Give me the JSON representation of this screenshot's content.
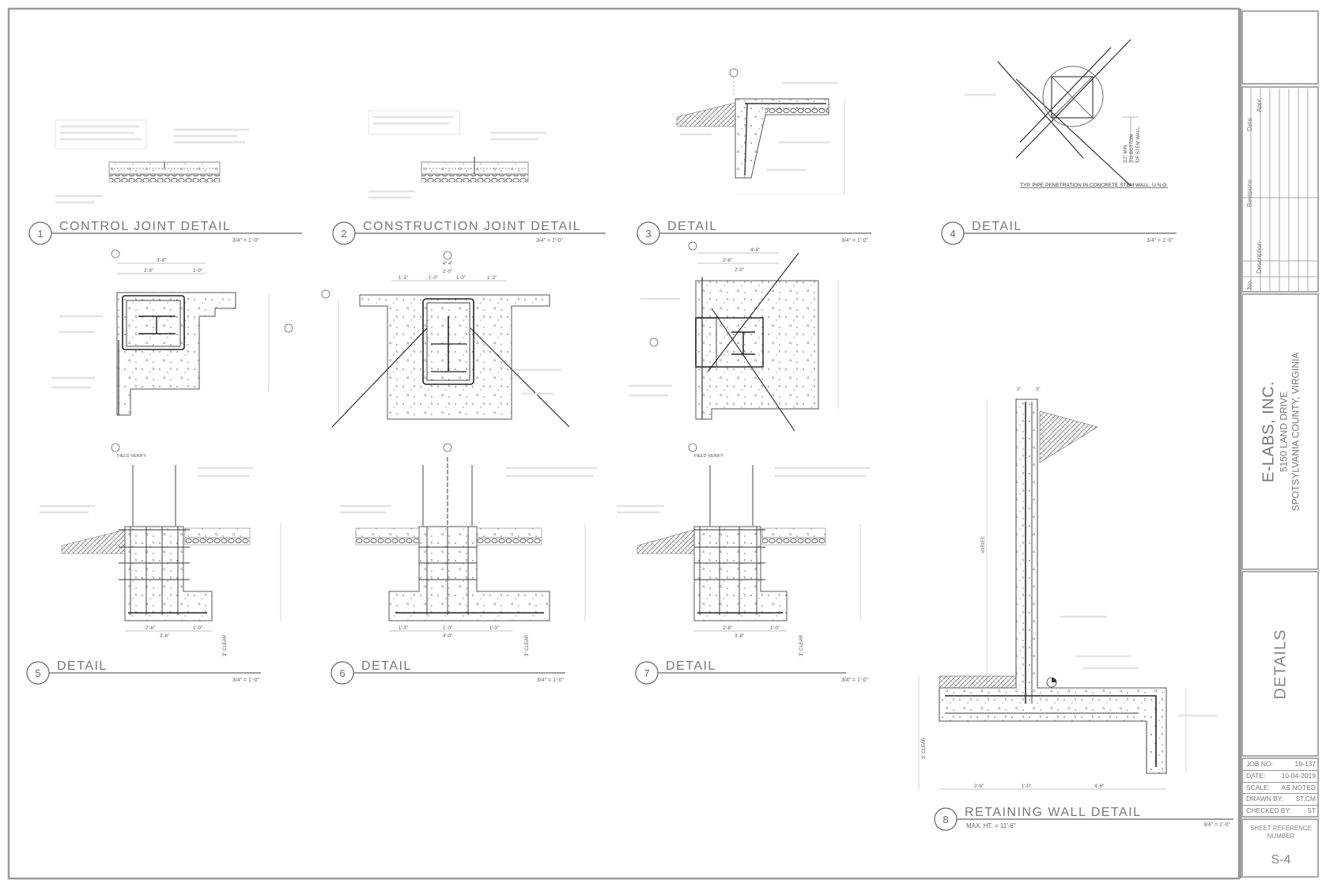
{
  "details": [
    {
      "num": "1",
      "title": "CONTROL JOINT DETAIL",
      "scale": "3/4\" = 1'-0\""
    },
    {
      "num": "2",
      "title": "CONSTRUCTION JOINT DETAIL",
      "scale": "3/4\" = 1'-0\""
    },
    {
      "num": "3",
      "title": "DETAIL",
      "scale": "3/4\" = 1'-0\""
    },
    {
      "num": "4",
      "title": "DETAIL",
      "scale": "3/4\" = 1'-0\""
    },
    {
      "num": "5",
      "title": "DETAIL",
      "scale": "3/4\" = 1'-0\""
    },
    {
      "num": "6",
      "title": "DETAIL",
      "scale": "3/4\" = 1'-0\""
    },
    {
      "num": "7",
      "title": "DETAIL",
      "scale": "3/4\" = 1'-0\""
    },
    {
      "num": "8",
      "title": "RETAINING WALL DETAIL",
      "scale": "3/4\" = 1'-0\"",
      "subtitle": "MAX. HT. = 11'-6\""
    }
  ],
  "pipe_note": "TYP. PIPE PENETRATION IN CONCRETE STEM WALL, U.N.O.",
  "pipe_dim": [
    "12\" MIN.",
    "TO BOTTOM",
    "OF STEM WALL"
  ],
  "dims": {
    "d1_top": "3'-8\"",
    "d1_a": "2'-8\"",
    "d1_b": "1'-0\"",
    "d2_a": "1'-3\"",
    "d2_b": "1'-0\"",
    "d2_c": "1'-0\"",
    "d2_d": "1'-3\"",
    "d2_top": "4\"  4\"",
    "d2_mid": "2'-0\"",
    "d3_top": "4'-8\"",
    "d3_a": "2'-8\"",
    "d3_b": "2'-0\"",
    "d5_a": "2'-8\"",
    "d5_b": "1'-0\"",
    "d5_c": "3'-8\"",
    "d5_clear": "3\" CLEAR",
    "d6_a": "1'-3\"",
    "d6_b": "1'-0\"",
    "d6_c": "1'-3\"",
    "d6_d": "4'-0\"",
    "d6_clear": "3\" CLEAR",
    "d7_a": "2'-8\"",
    "d7_b": "1'-0\"",
    "d7_c": "3'-8\"",
    "d7_clear": "3\" CLEAR",
    "d8_top_a": "2\"",
    "d8_top_b": "3\"",
    "d8_a": "2'-9\"",
    "d8_b": "1'-0\"",
    "d8_c": "4'-6\"",
    "d8_clear": "3\" CLEAR",
    "d8_varies": "VARIES",
    "field_verify": "FIELD VERIFY"
  },
  "revision_table": {
    "headers": [
      "No.",
      "Description",
      "Revisions",
      "Date",
      "Appr."
    ]
  },
  "company": {
    "name": "E-LABS, INC.",
    "address": "5150 LAND DRIVE",
    "city": "SPOTSYLVANIA COUNTY, VIRGINIA"
  },
  "sheet_title": "DETAILS",
  "info": [
    {
      "label": "JOB NO:",
      "value": "19-137"
    },
    {
      "label": "DATE:",
      "value": "10-04-2019"
    },
    {
      "label": "SCALE:",
      "value": "AS NOTED"
    },
    {
      "label": "DRAWN BY:",
      "value": "ST,CM"
    },
    {
      "label": "CHECKED BY:",
      "value": "ST"
    }
  ],
  "sheet_ref": {
    "label": "SHEET REFERENCE NUMBER",
    "number": "S-4"
  }
}
